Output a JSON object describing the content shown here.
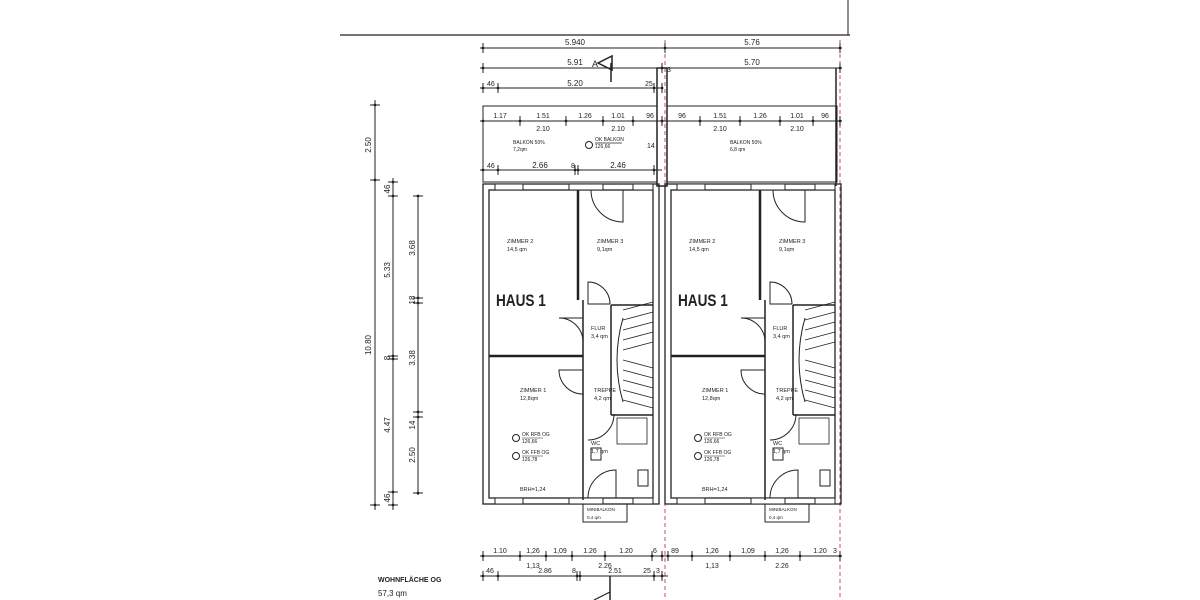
{
  "colors": {
    "line": "#222222",
    "section_line": "#d04a6a",
    "paper": "#ffffff"
  },
  "top_dims": {
    "row1": [
      "5.940",
      "5.76"
    ],
    "row2": [
      "5.91",
      "5.70"
    ],
    "section_marker": "A",
    "row3": [
      "46",
      "5.20",
      "25",
      "3"
    ],
    "balcony_row": [
      "1.17",
      "1.51",
      "1.26",
      "1.01",
      "96",
      "96",
      "1.51",
      "1.26",
      "1.01",
      "96"
    ],
    "balcony_sub": [
      "2.10",
      "2.10",
      "2.10",
      "2.10"
    ],
    "row5": [
      "46",
      "2.66",
      "8",
      "2.46",
      "14"
    ]
  },
  "left_dims": {
    "outer": [
      "2.50",
      "10.80"
    ],
    "middle": [
      "46",
      "5.33",
      "8",
      "4.47",
      "46"
    ],
    "inner": [
      "3.68",
      "18",
      "3.38",
      "14",
      "2.50"
    ]
  },
  "bottom_dims": {
    "row1": [
      "1.10",
      "1,26",
      "1,09",
      "1.26",
      "1.20",
      "6",
      "89",
      "1,26",
      "1,09",
      "1,26",
      "1.20",
      "3"
    ],
    "row1_sub": [
      "1,13",
      "2.26",
      "1,13",
      "2.26"
    ],
    "row2": [
      "46",
      "2.86",
      "8",
      "2.51",
      "25",
      "3"
    ]
  },
  "balconies": [
    {
      "label": "BALKON 50%",
      "area": "7,2qm",
      "level_label": "OK BALKON",
      "level": "126,66"
    },
    {
      "label": "BALKON 50%",
      "area": "6,8 qm"
    }
  ],
  "houses": [
    {
      "title": "HAUS 1",
      "rooms": {
        "zimmer2": [
          "ZIMMER 2",
          "14,5 qm"
        ],
        "zimmer3": [
          "ZIMMER 3",
          "9,1qm"
        ],
        "flur": [
          "FLUR",
          "3,4 qm"
        ],
        "zimmer1": [
          "ZIMMER 1",
          "12,8qm"
        ],
        "treppe": [
          "TREPPE",
          "4,2 qm"
        ],
        "wc": [
          "WC",
          "1,7 qm"
        ]
      },
      "levels": [
        [
          "OK RFB OG",
          "126,66"
        ],
        [
          "OK FFB OG",
          "126,78"
        ]
      ],
      "brh": "BRH=1,24",
      "minibalkon": [
        "MINIBALKON",
        "0,4 qm"
      ]
    },
    {
      "title": "HAUS 1",
      "rooms": {
        "zimmer2": [
          "ZIMMER 2",
          "14,5 qm"
        ],
        "zimmer3": [
          "ZIMMER 3",
          "9,1qm"
        ],
        "flur": [
          "FLUR",
          "3,4 qm"
        ],
        "zimmer1": [
          "ZIMMER 1",
          "12,8qm"
        ],
        "treppe": [
          "TREPPE",
          "4,2 qm"
        ],
        "wc": [
          "WC",
          "1,7 qm"
        ]
      },
      "levels": [
        [
          "OK RFB OG",
          "126,66"
        ],
        [
          "OK FFB OG",
          "126,78"
        ]
      ],
      "brh": "BRH=1,24",
      "minibalkon": [
        "MINIBALKON",
        "0,4 qm"
      ]
    }
  ],
  "summary": {
    "label": "WOHNFLÄCHE OG",
    "area": "57,3 qm"
  }
}
